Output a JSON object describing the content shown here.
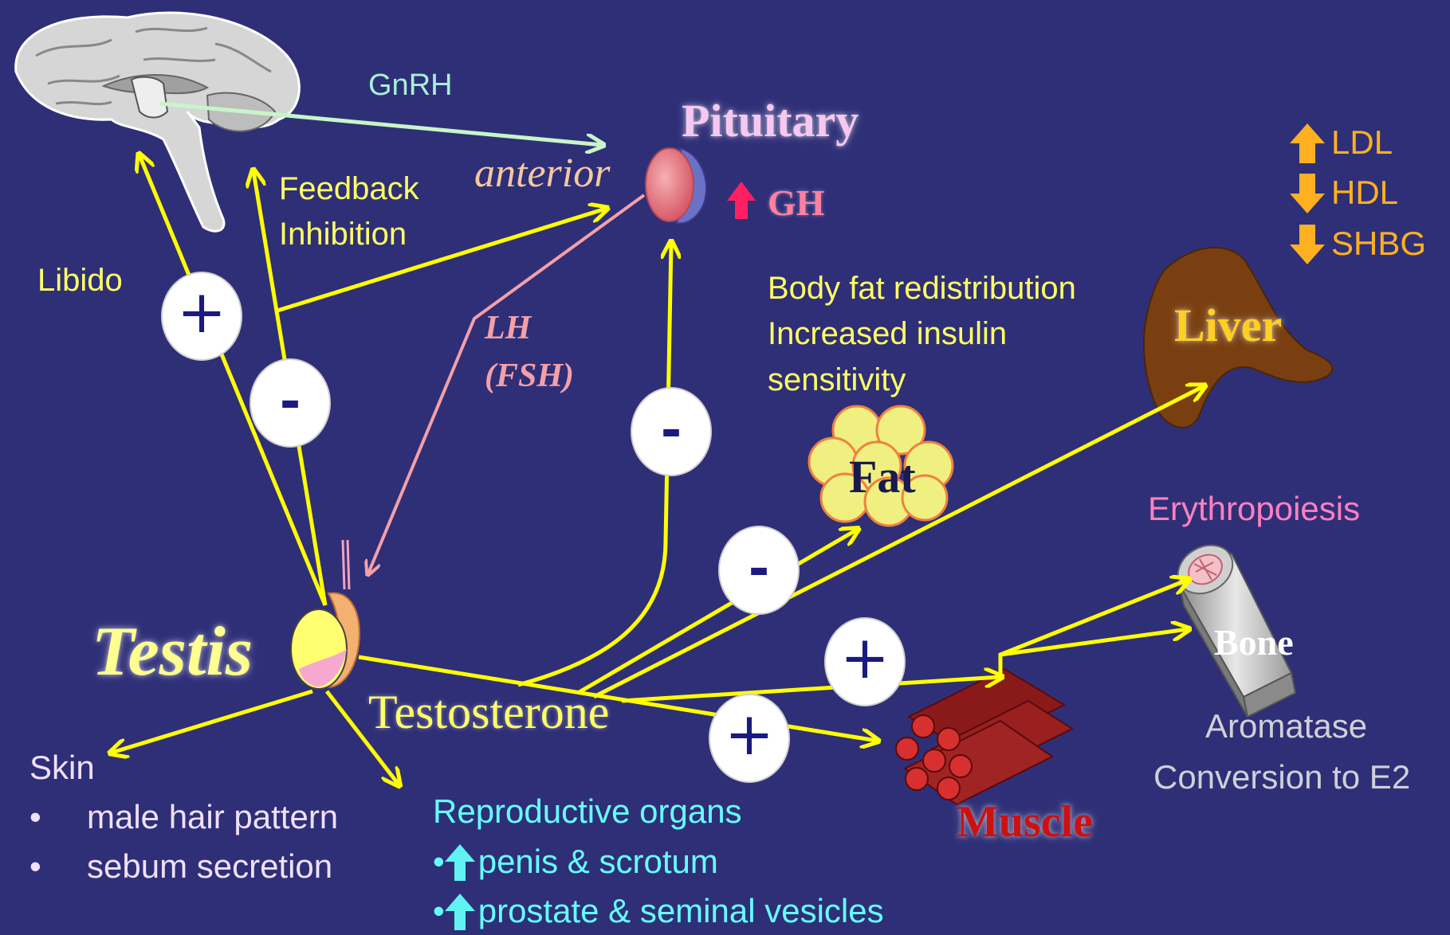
{
  "labels": {
    "gnrh": "GnRH",
    "pituitary": "Pituitary",
    "anterior": "anterior",
    "gh": "GH",
    "feedback_line1": "Feedback",
    "feedback_line2": "Inhibition",
    "libido": "Libido",
    "lh": "LH",
    "fsh": "(FSH)",
    "testis": "Testis",
    "testosterone": "Testosterone",
    "fat": "Fat",
    "liver": "Liver",
    "bone": "Bone",
    "muscle": "Muscle",
    "body_fat_line1": "Body fat redistribution",
    "body_fat_line2": "Increased insulin",
    "body_fat_line3": "sensitivity",
    "erythropoiesis": "Erythropoiesis",
    "aromatase_line1": "Aromatase",
    "aromatase_line2": "Conversion to E2",
    "skin": "Skin",
    "skin_items": [
      "male hair pattern",
      "sebum secretion"
    ],
    "reproductive_title": "Reproductive organs",
    "reproductive_items": [
      "penis & scrotum",
      "prostate & seminal vesicles"
    ],
    "liver_effects": [
      {
        "direction": "up",
        "label": "LDL"
      },
      {
        "direction": "down",
        "label": "HDL"
      },
      {
        "direction": "down",
        "label": "SHBG"
      }
    ],
    "bullet": "•"
  },
  "signs": {
    "plus": "+",
    "minus": "-"
  },
  "colors": {
    "background": "#2f2f78",
    "arrow_yellow": "#ffff00",
    "gnrh_arrow": "#c8f5c8",
    "lh_arrow": "#f4a0a8",
    "label_yellow": "#ffff66",
    "label_cyan": "#66ffff",
    "label_pink": "#ff80c0",
    "label_gray": "#d0d0d8",
    "label_orange": "#ffb020",
    "muscle_red": "#cc1111"
  }
}
